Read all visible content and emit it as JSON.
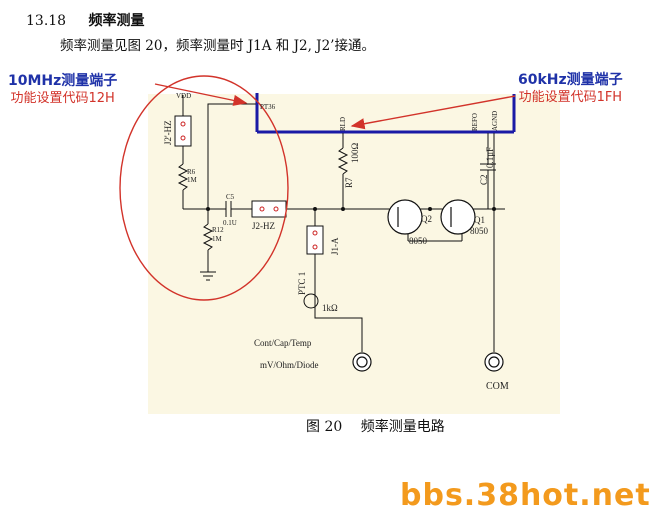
{
  "section": {
    "number": "13.18",
    "title": "频率测量"
  },
  "intro": "频率测量见图 20，频率测量时 J1A 和 J2, J2’接通。",
  "annotations": {
    "left": {
      "line1": "10MHz测量端子",
      "line2": "功能设置代码12H"
    },
    "right": {
      "line1": "60kHz测量端子",
      "line2": "功能设置代码1FH"
    }
  },
  "schematic": {
    "labels": {
      "vdd": "VDD",
      "pt36": "PT36",
      "rld": "RLD",
      "refo": "REFO",
      "agnd": "AGND",
      "j2p": "J2'-HZ",
      "r6": "R6",
      "r6v": "1M",
      "c5": "C5",
      "c5v": "0.1U",
      "j2": "J2-HZ",
      "r12": "R12",
      "r12v": "1M",
      "r7": "R7",
      "r7v": "100Ω",
      "c2": "C2",
      "c2v": "0.1μF",
      "q2": "Q2",
      "q2v": "8050",
      "q1": "Q1",
      "q1v": "8050",
      "j1a": "J1-A",
      "ptc": "PTC 1",
      "ptcv": "1kΩ",
      "in1": "Cont/Cap/Temp",
      "in2": "mV/Ohm/Diode",
      "com": "COM"
    }
  },
  "caption": {
    "figure": "图 20",
    "title": "频率测量电路"
  },
  "watermark": "bbs.38hot.net",
  "colors": {
    "annotation_title": "#1f32a8",
    "annotation_sub": "#d2332a",
    "circle": "#d2332a",
    "watermark": "#f39a1d",
    "schematic_bg": "#fbf7e3"
  }
}
